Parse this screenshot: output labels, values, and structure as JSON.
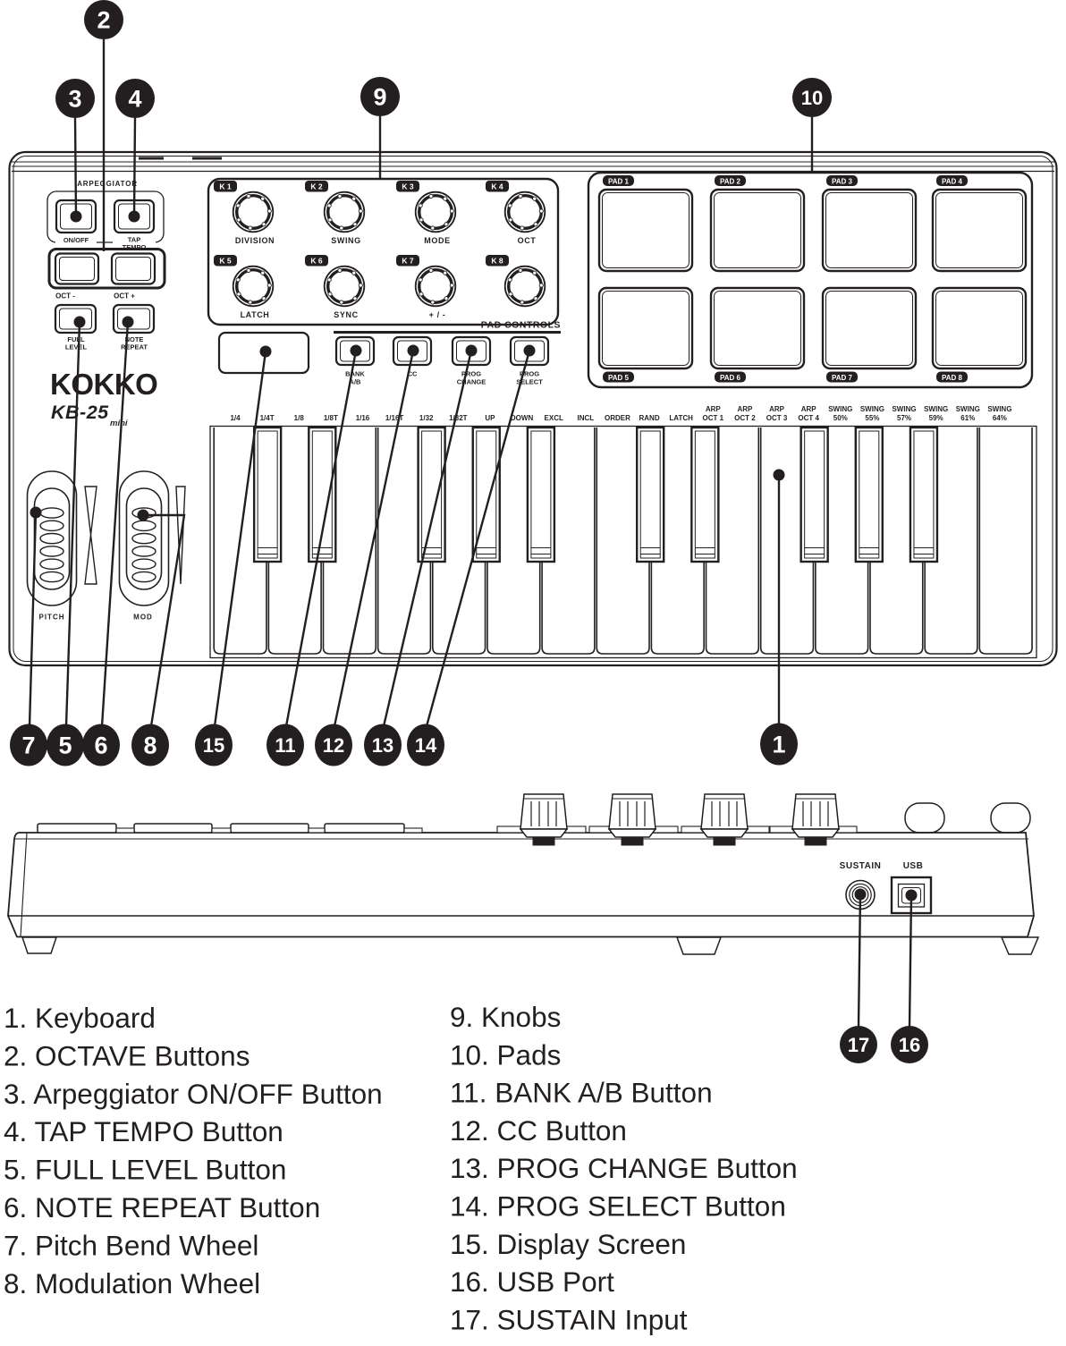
{
  "device": {
    "brand": "KOKKO",
    "model": "KB-25",
    "model_suffix": "mini"
  },
  "colors": {
    "ink": "#231f20",
    "background": "#ffffff"
  },
  "arpeggiator": {
    "title": "ARPEGGIATOR",
    "on_off_label": "ON/OFF",
    "tap_tempo_line1": "TAP",
    "tap_tempo_line2": "TEMPO",
    "oct_minus_label": "OCT -",
    "oct_plus_label": "OCT +",
    "full_level_line1": "FULL",
    "full_level_line2": "LEVEL",
    "note_repeat_line1": "NOTE",
    "note_repeat_line2": "REPEAT"
  },
  "knob_section": {
    "pad_controls_label": "PAD CONTROLS",
    "knobs": [
      {
        "id": "K 1",
        "label": "DIVISION"
      },
      {
        "id": "K 2",
        "label": "SWING"
      },
      {
        "id": "K 3",
        "label": "MODE"
      },
      {
        "id": "K 4",
        "label": "OCT"
      },
      {
        "id": "K 5",
        "label": "LATCH"
      },
      {
        "id": "K 6",
        "label": "SYNC"
      },
      {
        "id": "K 7",
        "label": "+ / -"
      },
      {
        "id": "K 8",
        "label": ""
      }
    ]
  },
  "pads": {
    "labels": [
      "PAD 1",
      "PAD 2",
      "PAD 3",
      "PAD 4",
      "PAD 5",
      "PAD 6",
      "PAD 7",
      "PAD 8"
    ]
  },
  "pad_buttons": [
    {
      "line1": "BANK",
      "line2": "A/B"
    },
    {
      "line1": "CC",
      "line2": ""
    },
    {
      "line1": "PROG",
      "line2": "CHANGE"
    },
    {
      "line1": "PROG",
      "line2": "SELECT"
    }
  ],
  "keyboard": {
    "key_labels": [
      {
        "line1": "1/4"
      },
      {
        "line1": "1/4T"
      },
      {
        "line1": "1/8"
      },
      {
        "line1": "1/8T"
      },
      {
        "line1": "1/16"
      },
      {
        "line1": "1/16T"
      },
      {
        "line1": "1/32"
      },
      {
        "line1": "1/32T"
      },
      {
        "line1": "UP"
      },
      {
        "line1": "DOWN"
      },
      {
        "line1": "EXCL"
      },
      {
        "line1": "INCL"
      },
      {
        "line1": "ORDER"
      },
      {
        "line1": "RAND"
      },
      {
        "line1": "LATCH"
      },
      {
        "line1": "ARP",
        "line2": "OCT 1"
      },
      {
        "line1": "ARP",
        "line2": "OCT 2"
      },
      {
        "line1": "ARP",
        "line2": "OCT 3"
      },
      {
        "line1": "ARP",
        "line2": "OCT 4"
      },
      {
        "line1": "SWING",
        "line2": "50%"
      },
      {
        "line1": "SWING",
        "line2": "55%"
      },
      {
        "line1": "SWING",
        "line2": "57%"
      },
      {
        "line1": "SWING",
        "line2": "59%"
      },
      {
        "line1": "SWING",
        "line2": "61%"
      },
      {
        "line1": "SWING",
        "line2": "64%"
      }
    ]
  },
  "wheels": {
    "pitch_label": "PITCH",
    "mod_label": "MOD"
  },
  "rear_panel": {
    "sustain_label": "SUSTAIN",
    "usb_label": "USB"
  },
  "callouts": {
    "top": [
      "2",
      "3",
      "4",
      "9",
      "10"
    ],
    "bottom": [
      "7",
      "5",
      "6",
      "8",
      "15",
      "11",
      "12",
      "13",
      "14",
      "1"
    ],
    "rear": [
      "17",
      "16"
    ]
  },
  "legend": {
    "left": [
      "1. Keyboard",
      "2. OCTAVE Buttons",
      "3. Arpeggiator ON/OFF Button",
      "4. TAP TEMPO Button",
      "5. FULL LEVEL Button",
      "6. NOTE REPEAT Button",
      "7. Pitch Bend Wheel",
      "8. Modulation Wheel"
    ],
    "right": [
      "9. Knobs",
      "10. Pads",
      "11. BANK A/B Button",
      "12. CC Button",
      "13. PROG CHANGE Button",
      "14. PROG SELECT Button",
      "15. Display Screen",
      "16. USB Port",
      "17. SUSTAIN Input"
    ]
  }
}
